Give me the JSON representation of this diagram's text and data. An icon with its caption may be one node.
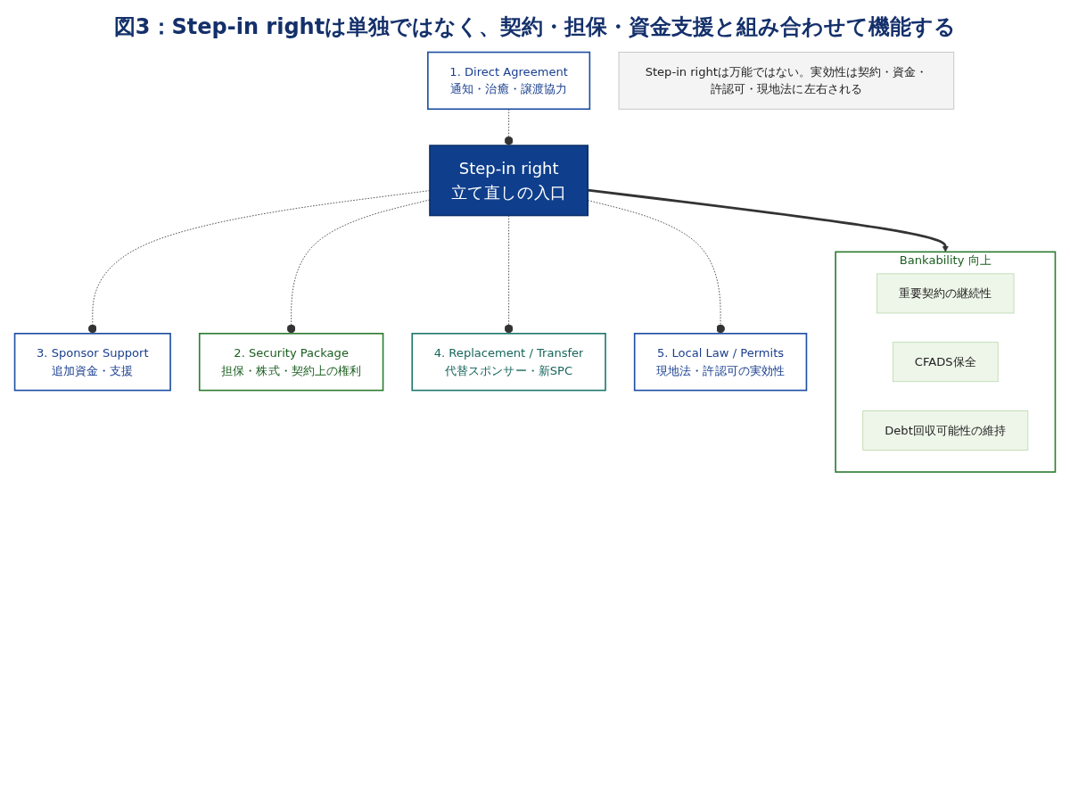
{
  "diagram": {
    "title": "図3：Step-in rightは単独ではなく、契約・担保・資金支援と組み合わせて機能する",
    "nodes": [
      {
        "text": [
          "1. Direct Agreement",
          "通知・治癒・譲渡協力"
        ]
      },
      {
        "text": [
          "3. Sponsor Support",
          "追加資金・支援"
        ]
      },
      {
        "text": [
          "2. Security Package",
          "担保・株式・契約上の権利"
        ]
      },
      {
        "text": [
          "Step-in right",
          "立て直しの入口"
        ]
      },
      {
        "text": [
          "4. Replacement / Transfer",
          "代替スポンサー・新SPC"
        ]
      },
      {
        "text": [
          "5. Local Law / Permits",
          "現地法・許認可の実効性"
        ]
      },
      {
        "text": [
          "Bankability 向上"
        ]
      },
      {
        "text": [
          "重要契約の継続性"
        ],
        "in": 6
      },
      {
        "text": [
          "CFADS保全"
        ],
        "in": 6
      },
      {
        "text": [
          "Debt回収可能性の維持"
        ],
        "in": 6
      },
      {
        "text": [
          "Step-in rightは万能ではない。実効性は契約・資金・許認可・現地法に左右される"
        ]
      }
    ],
    "edges": [
      {
        "from": 0,
        "to": 3,
        "arrow": "other",
        "style": "dashed"
      },
      {
        "from": 3,
        "to": 1,
        "arrow": "other",
        "style": "dashed"
      },
      {
        "from": 3,
        "to": 2,
        "arrow": "other",
        "style": "dashed"
      },
      {
        "from": 3,
        "to": 4,
        "arrow": "other",
        "style": "dashed"
      },
      {
        "from": 3,
        "to": 5,
        "arrow": "other",
        "style": "dashed"
      },
      {
        "from": 3,
        "to": 6,
        "arrow": "to",
        "style": "thick"
      }
    ]
  }
}
